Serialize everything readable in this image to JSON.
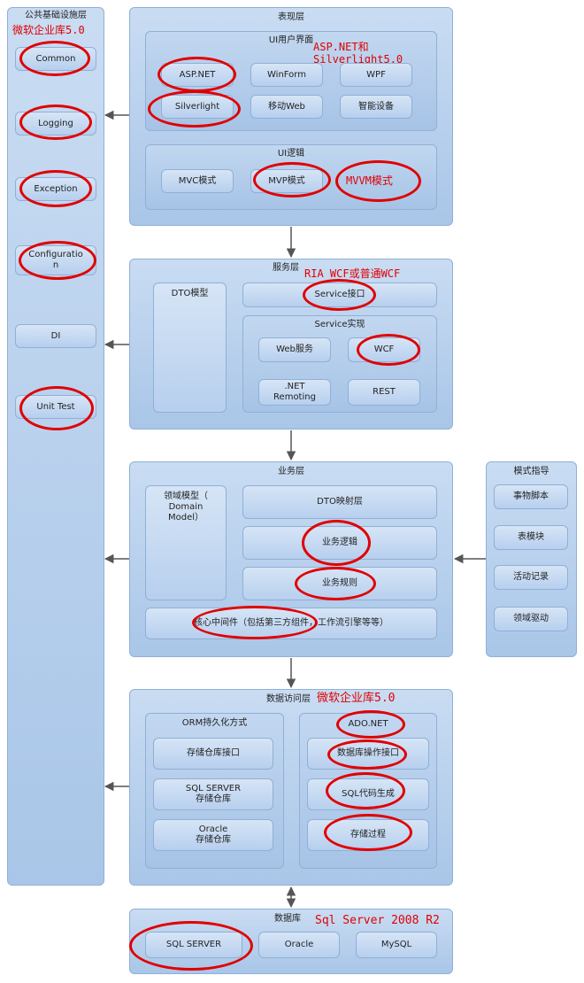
{
  "infra": {
    "title": "公共基础设施层",
    "note": "微软企业库5.0",
    "items": [
      "Common",
      "Logging",
      "Exception",
      "Configuratio\nn",
      "DI",
      "Unit Test"
    ]
  },
  "presentation": {
    "title": "表现层",
    "ui": {
      "title": "UI用户界面",
      "items": [
        "ASP.NET",
        "WinForm",
        "WPF",
        "Silverlight",
        "移动Web",
        "智能设备"
      ],
      "note": "ASP.NET和\nSilverlight5.0"
    },
    "logic": {
      "title": "UI逻辑",
      "items": [
        "MVC模式",
        "MVP模式"
      ],
      "note": "MVVM模式"
    }
  },
  "service": {
    "title": "服务层",
    "note": "RIA WCF或普通WCF",
    "dto": "DTO模型",
    "interface": "Service接口",
    "impl": {
      "title": "Service实现",
      "items": [
        "Web服务",
        "WCF",
        ".NET\nRemoting",
        "REST"
      ]
    }
  },
  "business": {
    "title": "业务层",
    "domain_model": "领域模型（\nDomain\nModel）",
    "items": [
      "DTO映射层",
      "业务逻辑",
      "业务规则"
    ],
    "middleware": "核心中间件（包括第三方组件，工作流引擎等等）"
  },
  "patterns": {
    "title": "模式指导",
    "items": [
      "事物脚本",
      "表模块",
      "活动记录",
      "领域驱动"
    ]
  },
  "data_access": {
    "title": "数据访问层",
    "note": "微软企业库5.0",
    "orm": {
      "title": "ORM持久化方式",
      "items": [
        "存储仓库接口",
        "SQL SERVER\n存储仓库",
        "Oracle\n存储仓库"
      ]
    },
    "ado": {
      "title": "ADO.NET",
      "items": [
        "数据库操作接口",
        "SQL代码生成",
        "存储过程"
      ]
    }
  },
  "database": {
    "title": "数据库",
    "note": "Sql Server 2008 R2",
    "items": [
      "SQL SERVER",
      "Oracle",
      "MySQL"
    ]
  },
  "colors": {
    "panel": "#b6cfec",
    "border": "#8fb0d6",
    "highlight": "#e00000",
    "arrow": "#555555"
  }
}
